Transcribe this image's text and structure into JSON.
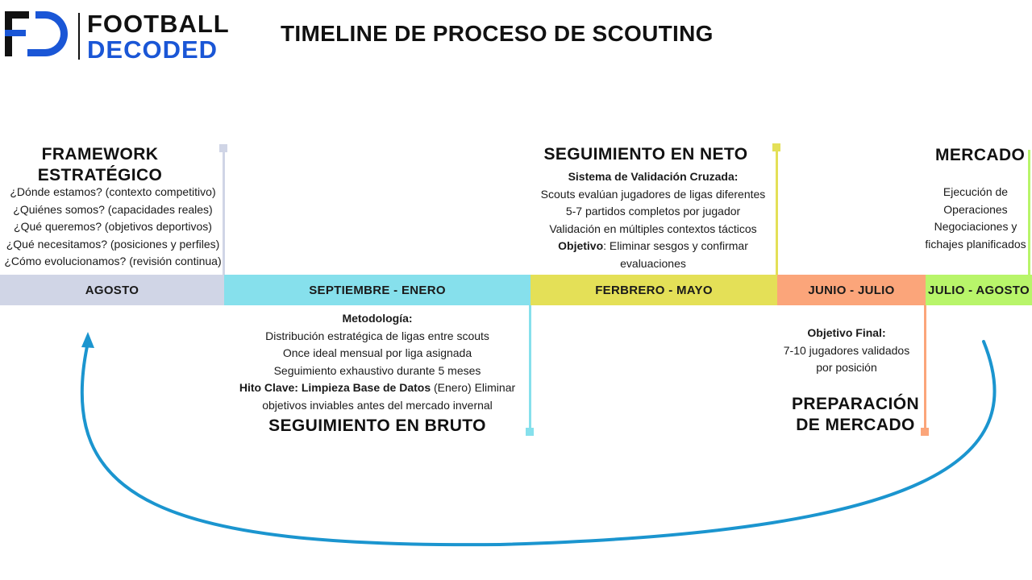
{
  "logo": {
    "monogram": "FD",
    "word1": "FOOTBALL",
    "word2": "DECODED"
  },
  "title": "TIMELINE DE PROCESO DE SCOUTING",
  "timeline": {
    "segments": [
      {
        "label": "AGOSTO",
        "color": "#d0d5e6"
      },
      {
        "label": "SEPTIEMBRE - ENERO",
        "color": "#86e0ec"
      },
      {
        "label": "FERBRERO - MAYO",
        "color": "#e4e057"
      },
      {
        "label": "JUNIO - JULIO",
        "color": "#fba57a"
      },
      {
        "label": "JULIO - AGOSTO",
        "color": "#b8f56a"
      }
    ]
  },
  "stages": {
    "framework": {
      "heading_1": "FRAMEWORK",
      "heading_2": "ESTRATÉGICO",
      "lines": [
        "¿Dónde estamos? (contexto competitivo)",
        "¿Quiénes somos? (capacidades reales)",
        "¿Qué queremos? (objetivos deportivos)",
        "¿Qué necesitamos? (posiciones y perfiles)",
        "¿Cómo evolucionamos? (revisión continua)"
      ]
    },
    "bruto": {
      "heading": "SEGUIMIENTO EN BRUTO",
      "subheading": "Metodología:",
      "lines": [
        "Distribución estratégica de ligas entre scouts",
        "Once ideal mensual por liga asignada",
        "Seguimiento exhaustivo durante 5 meses"
      ],
      "milestone_bold": "Hito Clave: Limpieza Base de Datos",
      "milestone_rest": " (Enero) Eliminar",
      "milestone_line2": "objetivos inviables antes del mercado invernal"
    },
    "neto": {
      "heading": "SEGUIMIENTO EN NETO",
      "subheading": "Sistema de Validación Cruzada:",
      "lines": [
        "Scouts evalúan jugadores de ligas diferentes",
        "5-7 partidos completos por jugador",
        "Validación en múltiples contextos tácticos"
      ],
      "objective_bold": "Objetivo",
      "objective_rest": ": Eliminar sesgos y confirmar",
      "objective_line2": "evaluaciones"
    },
    "preparacion": {
      "heading_1": "PREPARACIÓN",
      "heading_2": "DE MERCADO",
      "subheading": "Objetivo Final:",
      "lines": [
        "7-10 jugadores validados",
        "por posición"
      ]
    },
    "mercado": {
      "heading": "MERCADO",
      "lines": [
        "Ejecución de",
        "Operaciones",
        "Negociaciones y",
        "fichajes planificados"
      ]
    }
  },
  "colors": {
    "cycle_arrow": "#1b95cf",
    "logo_blue": "#1a56d6"
  }
}
